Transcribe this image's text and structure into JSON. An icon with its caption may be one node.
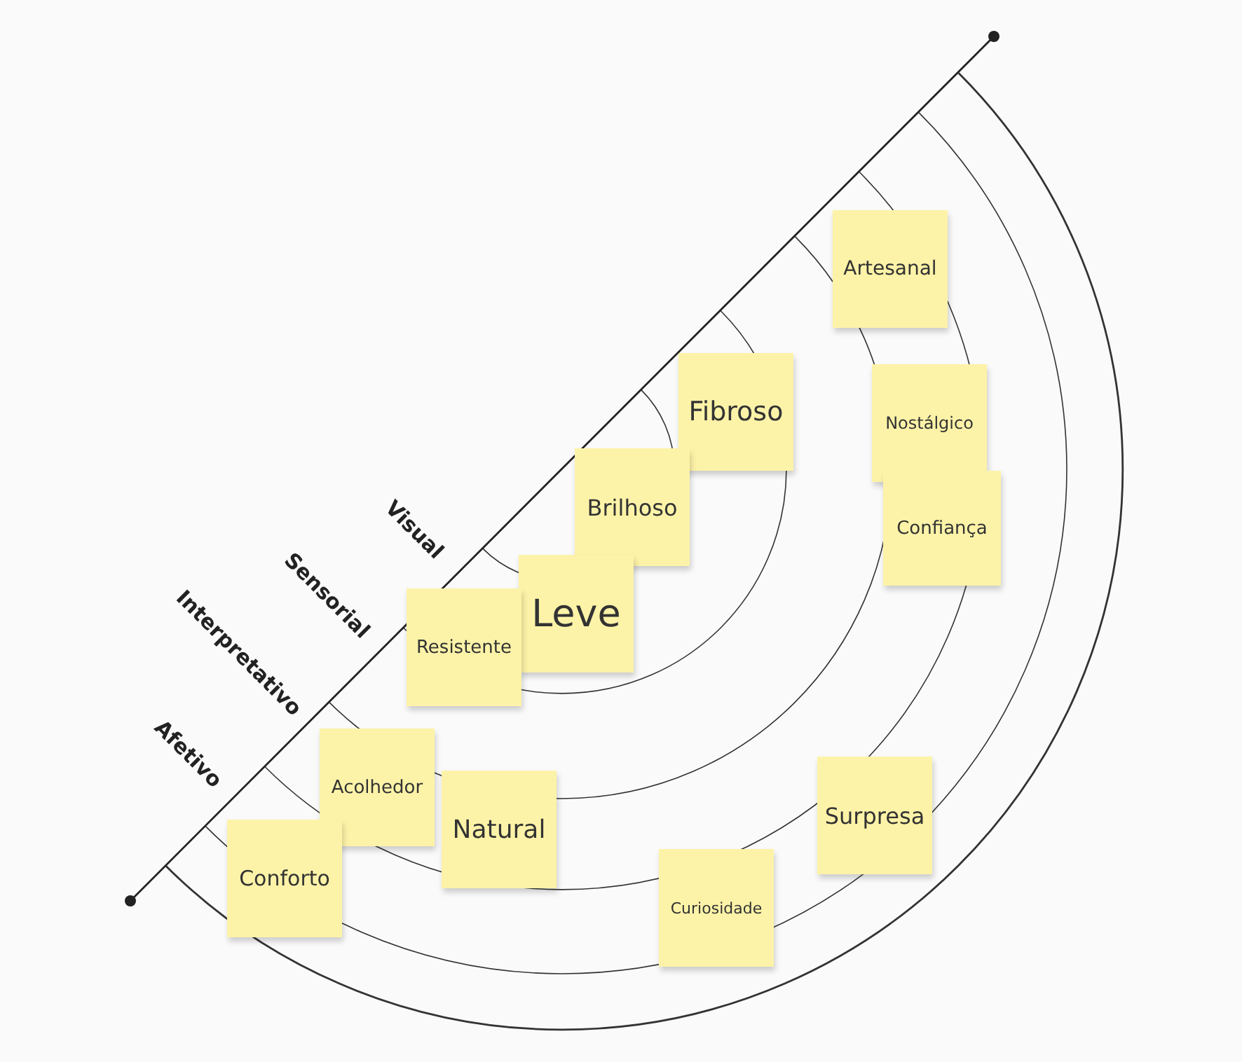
{
  "diagram": {
    "nodes": [
      {
        "text": [
          "Artesanal"
        ]
      },
      {
        "text": [
          "Fibroso"
        ]
      },
      {
        "text": [
          "Nostálgico"
        ]
      },
      {
        "text": [
          "Brilhoso"
        ]
      },
      {
        "text": [
          "Confiança"
        ]
      },
      {
        "text": [
          "Leve"
        ]
      },
      {
        "text": [
          "Resistente"
        ]
      },
      {
        "text": [
          "Acolhedor"
        ]
      },
      {
        "text": [
          "Natural"
        ]
      },
      {
        "text": [
          "Surpresa"
        ]
      },
      {
        "text": [
          "Conforto"
        ]
      },
      {
        "text": [
          "Curiosidade"
        ]
      }
    ],
    "labels": [
      "Visual",
      "Sensorial",
      "Interpretativo",
      "Afetivo"
    ]
  }
}
